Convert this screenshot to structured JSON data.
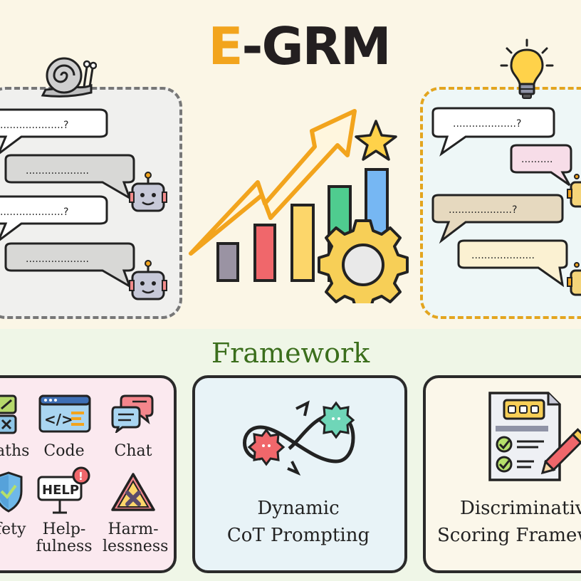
{
  "title": {
    "e": "E",
    "dash": "-",
    "grm": "GRM"
  },
  "bubbles": {
    "left": [
      "....................?",
      "....................",
      "....................?",
      "...................."
    ],
    "right": [
      "....................?",
      "..........",
      "....................?",
      "...................."
    ]
  },
  "framework": {
    "heading": "Framework"
  },
  "tasks": [
    {
      "name": "task-maths",
      "label": "aths"
    },
    {
      "name": "task-code",
      "label": "Code"
    },
    {
      "name": "task-chat",
      "label": "Chat"
    },
    {
      "name": "task-safety",
      "label": "fety"
    },
    {
      "name": "task-helpfulness",
      "label_line1": "Help-",
      "label_line2": "fulness"
    },
    {
      "name": "task-harmlessness",
      "label_line1": "Harm-",
      "label_line2": "lessness"
    }
  ],
  "help_sign": "HELP",
  "cards": {
    "mid": {
      "line1": "Dynamic",
      "line2": "CoT Prompting"
    },
    "right": {
      "line1": "Discriminativ",
      "line2": "Scoring Framew"
    }
  },
  "colors": {
    "accent_orange": "#f2a41d",
    "framework_green": "#3b6e1c",
    "outline": "#2a2a2a"
  }
}
